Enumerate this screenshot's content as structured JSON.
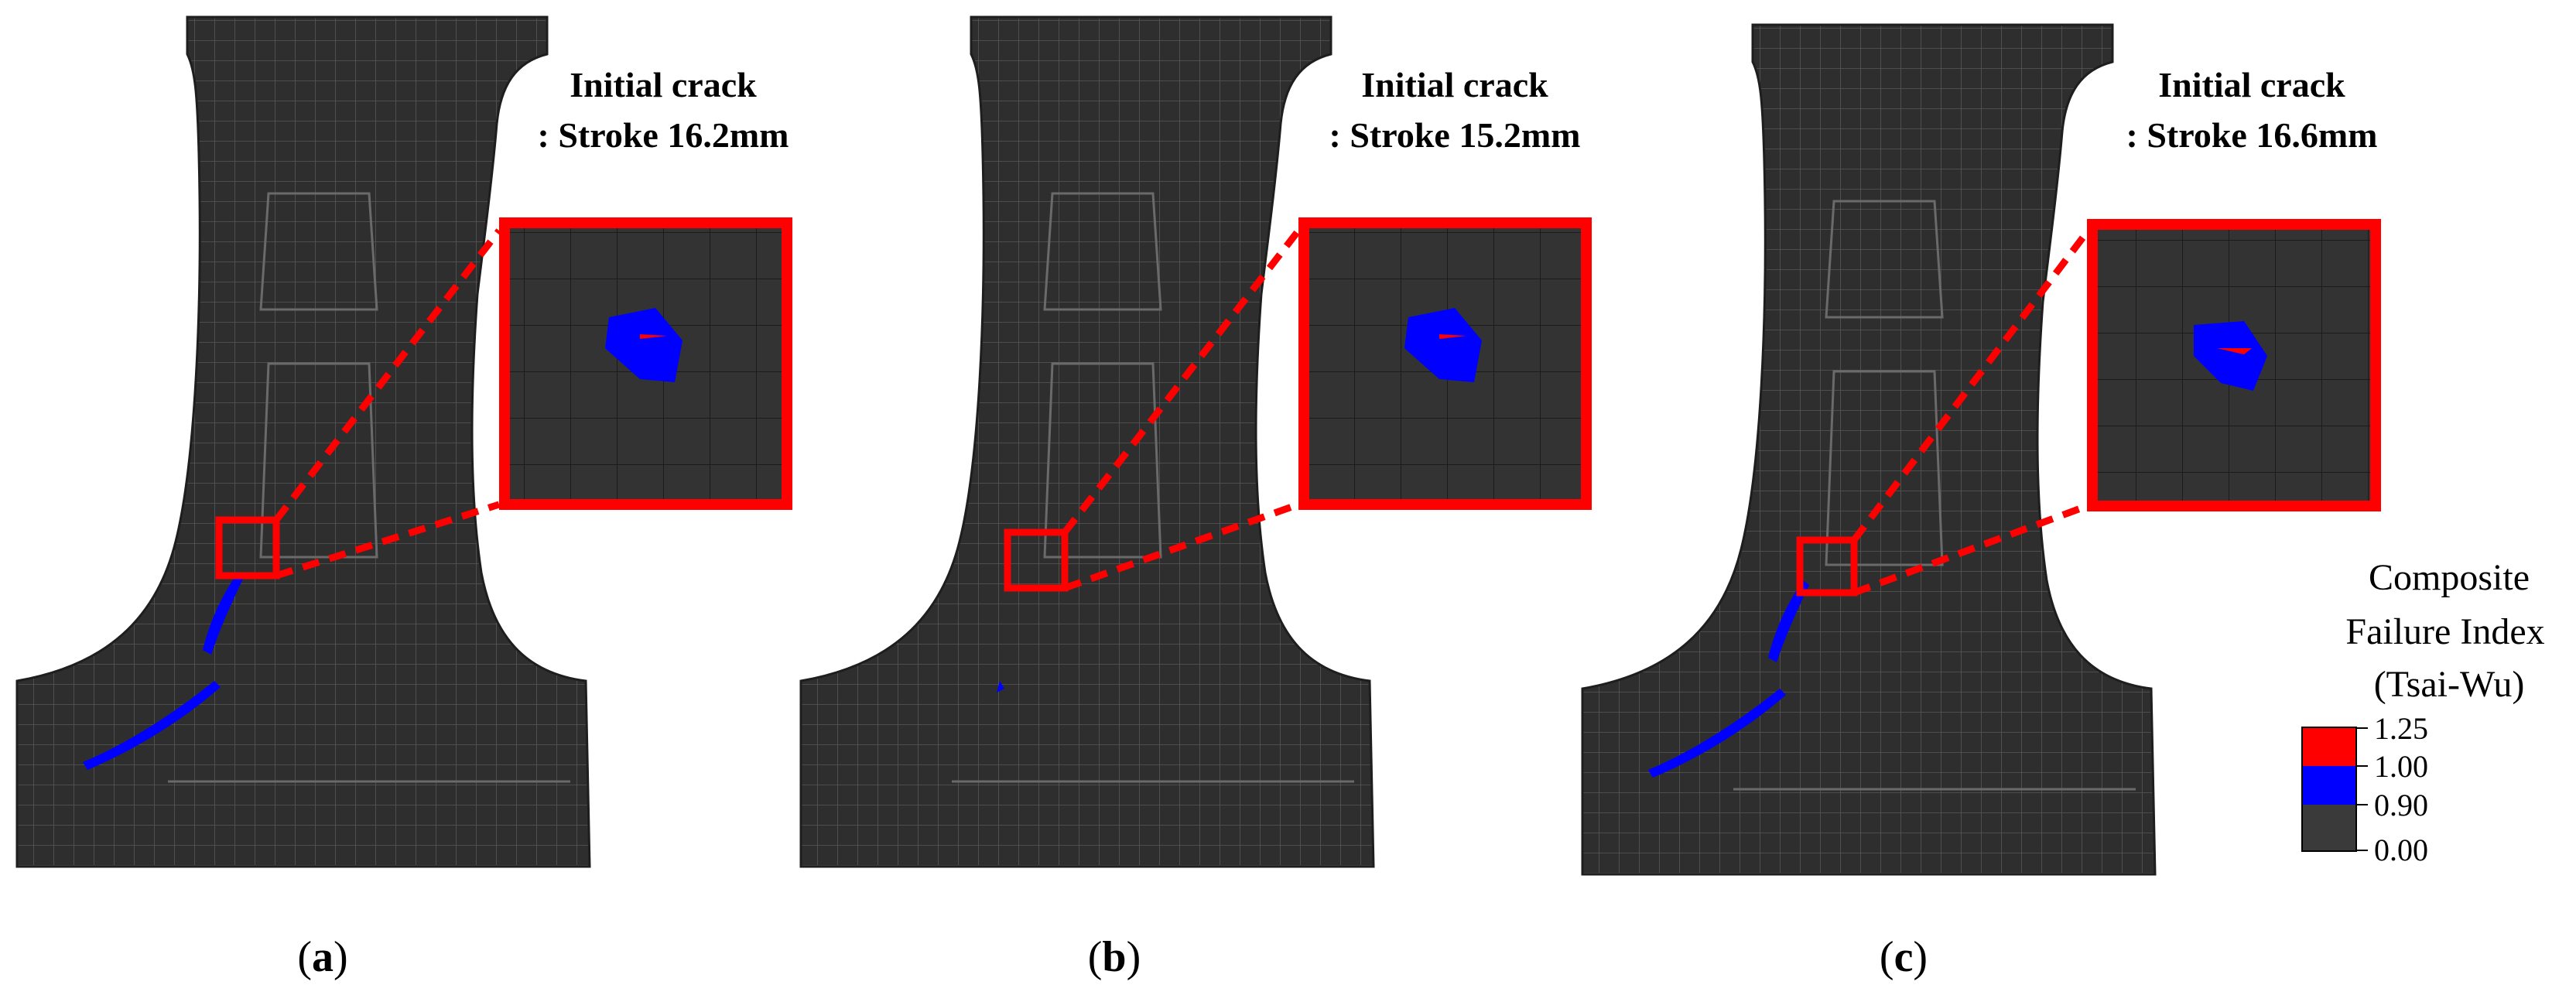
{
  "panels": [
    {
      "label_prefix": "(",
      "label": "a",
      "label_suffix": ")",
      "caption_line1": "Initial crack",
      "caption_line2": ": Stroke 16.2mm"
    },
    {
      "label_prefix": "(",
      "label": "b",
      "label_suffix": ")",
      "caption_line1": "Initial crack",
      "caption_line2": ": Stroke 15.2mm"
    },
    {
      "label_prefix": "(",
      "label": "c",
      "label_suffix": ")",
      "caption_line1": "Initial crack",
      "caption_line2": ": Stroke 16.6mm"
    }
  ],
  "legend": {
    "title_line1": "Composite",
    "title_line2": "Failure Index",
    "title_line3": "(Tsai-Wu)",
    "ticks": [
      "1.25",
      "1.00",
      "0.90",
      "0.00"
    ],
    "colors": [
      "#ff0000",
      "#0000ff",
      "#3a3a3a"
    ]
  },
  "colors": {
    "mesh_fill": "#2e2e2e",
    "mesh_line": "#5a5a5a",
    "highlight": "#ff0000",
    "failure_blue": "#0000ff"
  }
}
